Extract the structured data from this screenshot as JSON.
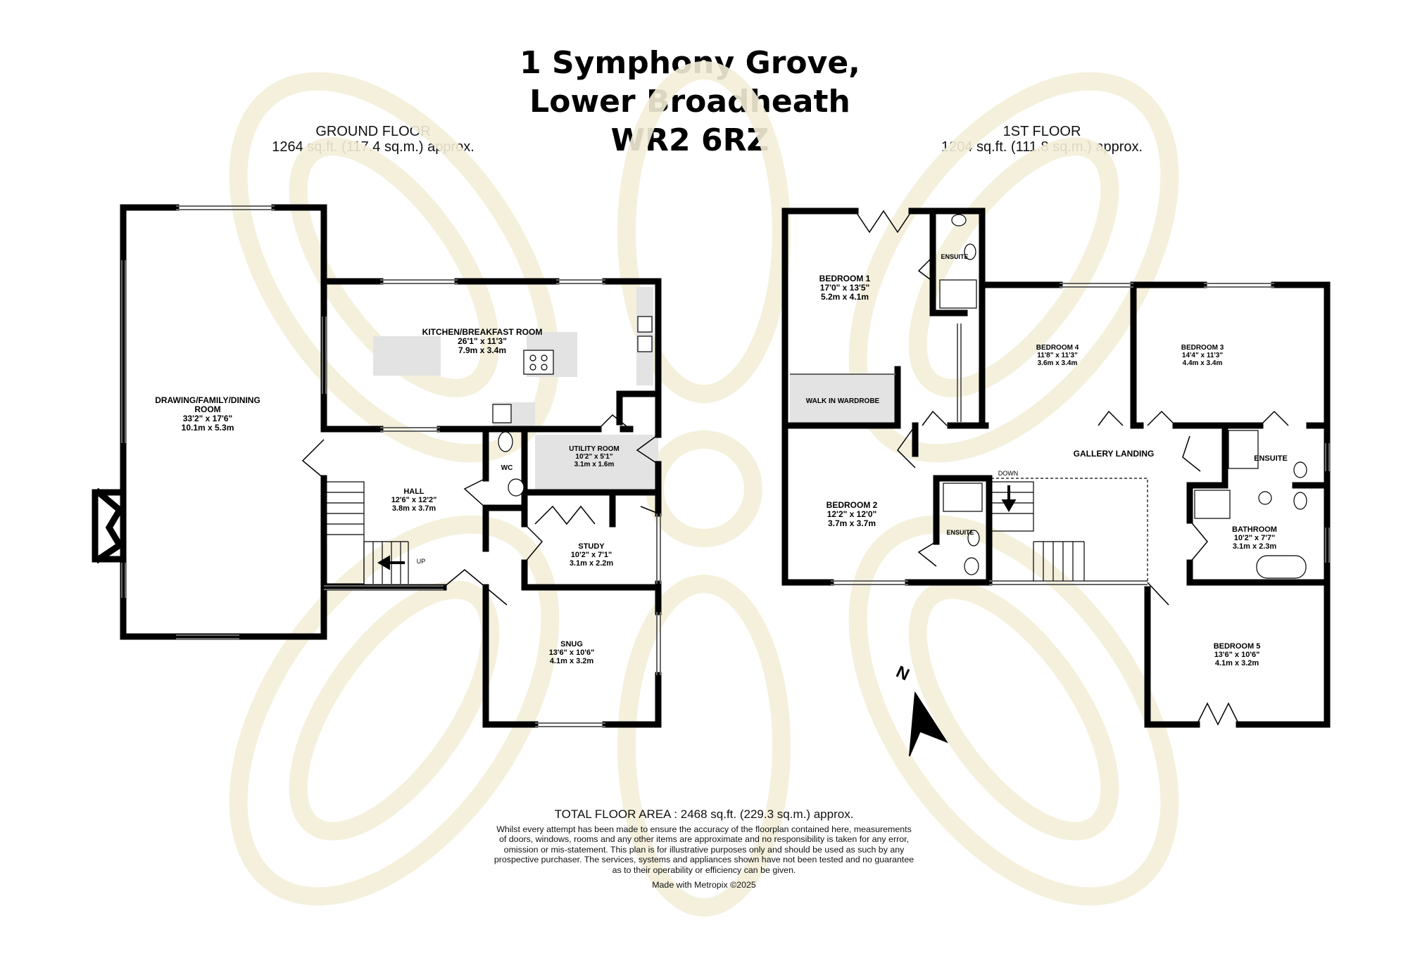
{
  "title": {
    "line1": "1 Symphony Grove,",
    "line2": "Lower Broadheath",
    "line3": "WR2 6RZ"
  },
  "ground_floor": {
    "heading": "GROUND FLOOR",
    "area": "1264 sq.ft. (117.4 sq.m.) approx.",
    "rooms": {
      "drawing": {
        "name1": "DRAWING/FAMILY/DINING",
        "name2": "ROOM",
        "imperial": "33'2\"  x 17'6\"",
        "metric": "10.1m  x 5.3m"
      },
      "kitchen": {
        "name": "KITCHEN/BREAKFAST ROOM",
        "imperial": "26'1\"  x 11'3\"",
        "metric": "7.9m  x 3.4m"
      },
      "hall": {
        "name": "HALL",
        "imperial": "12'6\"  x 12'2\"",
        "metric": "3.8m  x 3.7m"
      },
      "utility": {
        "name": "UTILITY ROOM",
        "imperial": "10'2\"  x 5'1\"",
        "metric": "3.1m  x 1.6m"
      },
      "wc": {
        "name": "WC"
      },
      "study": {
        "name": "STUDY",
        "imperial": "10'2\"  x 7'1\"",
        "metric": "3.1m  x 2.2m"
      },
      "snug": {
        "name": "SNUG",
        "imperial": "13'6\"  x 10'6\"",
        "metric": "4.1m  x 3.2m"
      }
    },
    "stair_label": "UP"
  },
  "first_floor": {
    "heading": "1ST FLOOR",
    "area": "1204 sq.ft. (111.8 sq.m.) approx.",
    "rooms": {
      "bedroom1": {
        "name": "BEDROOM 1",
        "imperial": "17'0\"  x 13'5\"",
        "metric": "5.2m  x 4.1m"
      },
      "ensuite1": {
        "name": "ENSUITE"
      },
      "wardrobe": {
        "name": "WALK IN WARDROBE"
      },
      "bedroom4": {
        "name": "BEDROOM 4",
        "imperial": "11'8\"  x 11'3\"",
        "metric": "3.6m  x 3.4m"
      },
      "bedroom3": {
        "name": "BEDROOM 3",
        "imperial": "14'4\"  x 11'3\"",
        "metric": "4.4m  x 3.4m"
      },
      "gallery": {
        "name": "GALLERY LANDING"
      },
      "ensuite3": {
        "name": "ENSUITE"
      },
      "bedroom2": {
        "name": "BEDROOM 2",
        "imperial": "12'2\"  x 12'0\"",
        "metric": "3.7m  x 3.7m"
      },
      "ensuite2": {
        "name": "ENSUITE"
      },
      "bathroom": {
        "name": "BATHROOM",
        "imperial": "10'2\"  x 7'7\"",
        "metric": "3.1m  x 2.3m"
      },
      "bedroom5": {
        "name": "BEDROOM 5",
        "imperial": "13'6\"  x 10'6\"",
        "metric": "4.1m  x 3.2m"
      }
    },
    "stair_label": "DOWN"
  },
  "compass": {
    "label": "N"
  },
  "footer": {
    "total": "TOTAL FLOOR AREA : 2468 sq.ft. (229.3 sq.m.) approx.",
    "disclaimer_lines": [
      "Whilst every attempt has been made to ensure the accuracy of the floorplan contained here, measurements",
      "of doors, windows, rooms and any other items are approximate and no responsibility is taken for any error,",
      "omission or mis-statement. This plan is for illustrative purposes only and should be used as such by any",
      "prospective purchaser. The services, systems and appliances shown have not been tested and no guarantee",
      "as to their operability or efficiency can be given."
    ],
    "made_with": "Made with Metropix ©2025"
  },
  "colors": {
    "wall": "#000000",
    "watermark": "#f3efd9",
    "worktop": "#e3e3e3"
  }
}
